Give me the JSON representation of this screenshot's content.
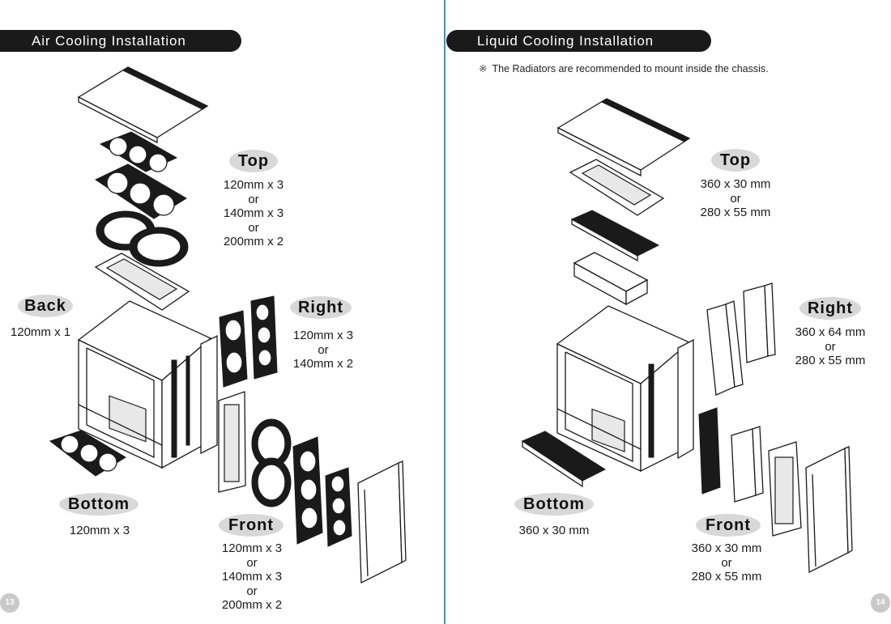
{
  "left_page": {
    "banner_title": "Air Cooling Installation",
    "page_number": "13",
    "sections": {
      "top": {
        "label": "Top",
        "lines": [
          "120mm x 3",
          "or",
          "140mm x 3",
          "or",
          "200mm x 2"
        ]
      },
      "back": {
        "label": "Back",
        "lines": [
          "120mm x 1"
        ]
      },
      "right": {
        "label": "Right",
        "lines": [
          "120mm x 3",
          "or",
          "140mm x 2"
        ]
      },
      "bottom": {
        "label": "Bottom",
        "lines": [
          "120mm x 3"
        ]
      },
      "front": {
        "label": "Front",
        "lines": [
          "120mm x 3",
          "or",
          "140mm x 3",
          "or",
          "200mm x 2"
        ]
      }
    }
  },
  "right_page": {
    "banner_title": "Liquid Cooling Installation",
    "note_symbol": "※",
    "note": "The Radiators are recommended to mount inside the chassis.",
    "page_number": "14",
    "sections": {
      "top": {
        "label": "Top",
        "lines": [
          "360 x 30 mm",
          "or",
          "280 x 55 mm"
        ]
      },
      "right": {
        "label": "Right",
        "lines": [
          "360 x 64 mm",
          "or",
          "280 x 55 mm"
        ]
      },
      "bottom": {
        "label": "Bottom",
        "lines": [
          "360 x 30 mm"
        ]
      },
      "front": {
        "label": "Front",
        "lines": [
          "360 x 30 mm",
          "or",
          "280 x 55 mm"
        ]
      }
    }
  },
  "colors": {
    "divider": "#3d8fd0",
    "banner": "#1a1a1a",
    "pill": "#d8d8d8",
    "page_badge": "#c9c9c9"
  }
}
